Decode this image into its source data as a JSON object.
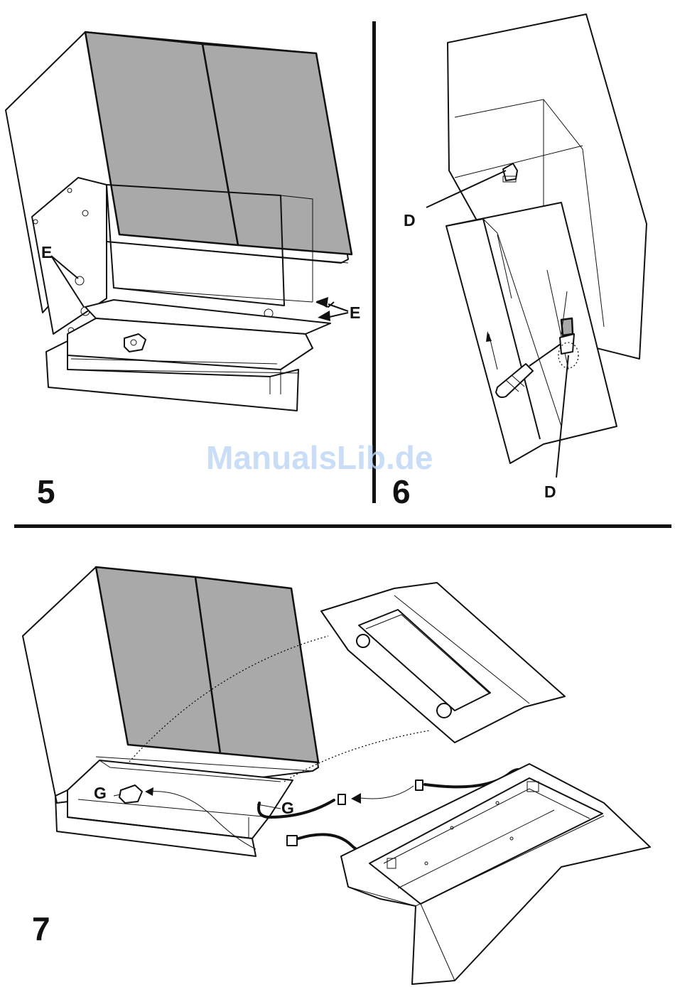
{
  "steps": {
    "step5": {
      "number": "5",
      "callout_left": "E",
      "callout_right": "E"
    },
    "step6": {
      "number": "6",
      "callout_top": "D",
      "callout_bottom": "D"
    },
    "step7": {
      "number": "7",
      "callout_left": "G",
      "callout_right": "G"
    }
  },
  "watermark": "ManualsLib.de"
}
